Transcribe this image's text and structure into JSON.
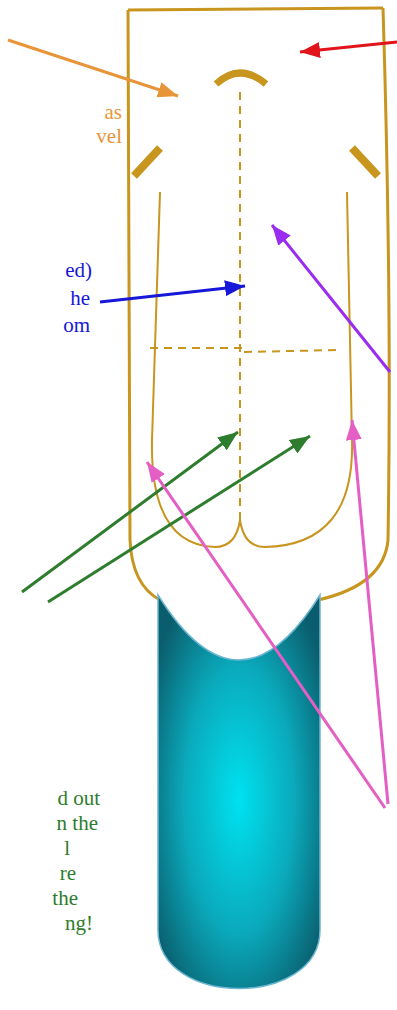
{
  "diagram": {
    "labels": [
      "as",
      "vel",
      "ed)",
      "he",
      "om",
      "d out",
      "n the",
      "l",
      "re",
      "the",
      "ng!"
    ]
  }
}
